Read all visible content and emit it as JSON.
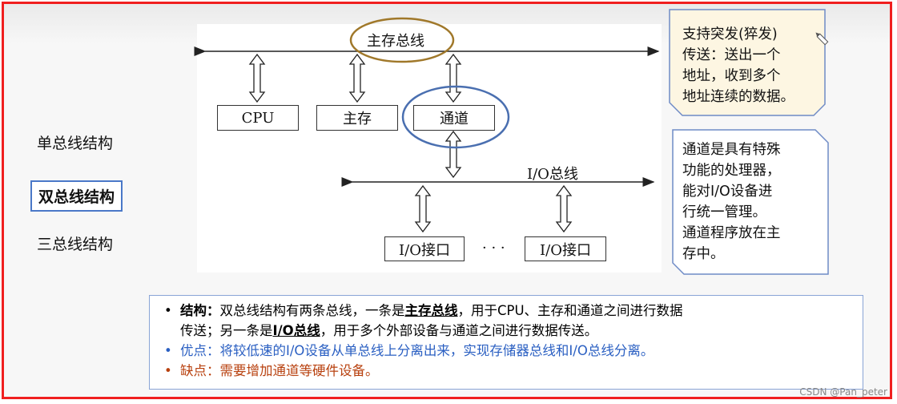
{
  "sidebar": {
    "single": "单总线结构",
    "dual": "双总线结构",
    "triple": "三总线结构"
  },
  "diagram": {
    "main_bus": "主存总线",
    "io_bus": "I/O总线",
    "cpu": "CPU",
    "memory": "主存",
    "channel": "通道",
    "io_if1": "I/O接口",
    "io_if2": "I/O接口",
    "ellipsis": "· · ·"
  },
  "notes": {
    "burst": [
      "支持突发(猝发)",
      "传送：送出一个",
      "地址，收到多个",
      "地址连续的数据。"
    ],
    "channel": [
      "通道是具有特殊",
      "功能的处理器，",
      "能对I/O设备进",
      "行统一管理。",
      "通道程序放在主",
      "存中。"
    ]
  },
  "summary": {
    "structure_label": "结构：",
    "structure_p1": "双总线结构有两条总线，一条是",
    "structure_em1": "主存总线",
    "structure_p2": "，用于CPU、主存和通道之间进行数据",
    "structure_p3": "传送；另一条是",
    "structure_em2": "I/O总线",
    "structure_p4": "，用于多个外部设备与通道之间进行数据传送。",
    "pro": "优点：将较低速的I/O设备从单总线上分离出来，实现存储器总线和I/O总线分离。",
    "con": "缺点：需要增加通道等硬件设备。",
    "bullet": "•"
  },
  "watermark": "CSDN @Pan_peter",
  "colors": {
    "frame": "#f01f1f",
    "highlight_ellipse_1": "#a0782a",
    "highlight_ellipse_2": "#4a6fb0",
    "pro": "#2a5fc2",
    "con": "#b8410f"
  }
}
